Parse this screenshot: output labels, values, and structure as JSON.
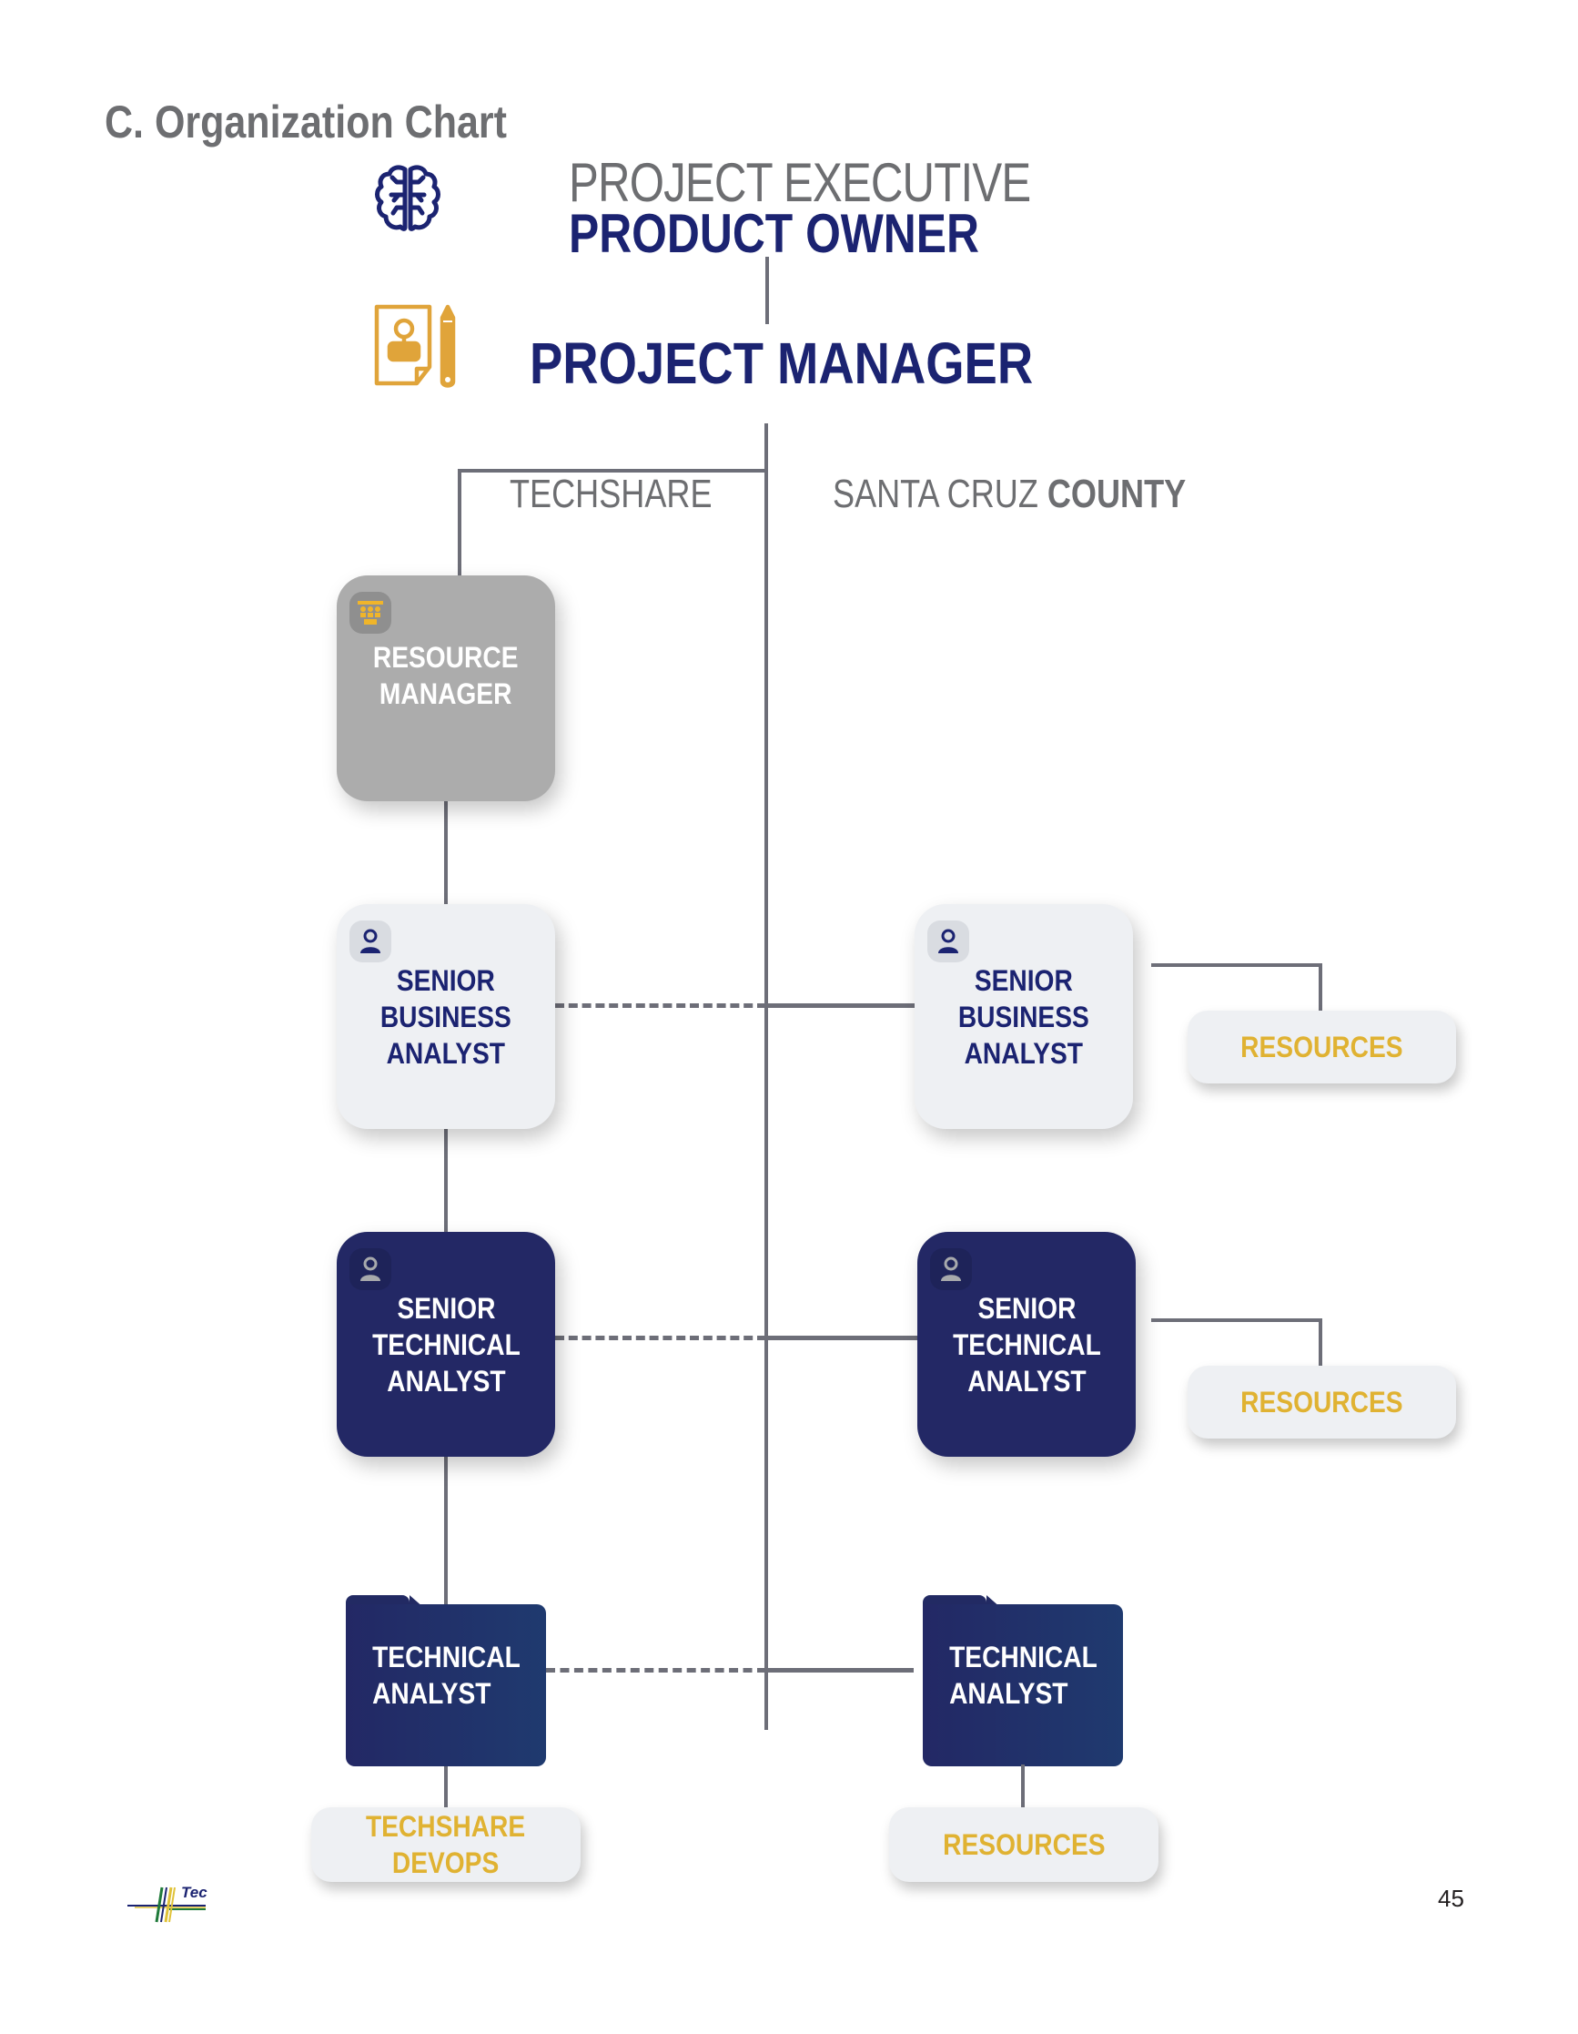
{
  "page": {
    "section_title": "C. Organization Chart",
    "page_number": "45"
  },
  "colors": {
    "navy": "#1b2371",
    "gray_text": "#6d6e71",
    "gold": "#e0b232",
    "connector": "#6d6e78",
    "resource_manager_fill": "#acacac",
    "light_card_fill": "#eef0f3",
    "navy_card_fill": "#232865"
  },
  "top": {
    "executive": {
      "icon": "brain-icon",
      "line1": "PROJECT EXECUTIVE",
      "line2": "PRODUCT OWNER"
    },
    "manager": {
      "icon": "project-manager-icon",
      "label": "PROJECT MANAGER"
    }
  },
  "groups": {
    "left": {
      "label": "TECHSHARE"
    },
    "right": {
      "label_regular": "SANTA CRUZ ",
      "label_bold": "COUNTY"
    }
  },
  "left_column": {
    "resource_manager": {
      "icon": "team-icon",
      "label": "RESOURCE\nMANAGER"
    },
    "senior_business_analyst": {
      "icon": "person-icon",
      "label": "SENIOR\nBUSINESS\nANALYST"
    },
    "senior_technical_analyst": {
      "icon": "person-icon",
      "label": "SENIOR\nTECHNICAL\nANALYST"
    },
    "technical_analyst": {
      "icon": "folder-icon",
      "label": "TECHNICAL\nANALYST"
    },
    "devops": {
      "label": "TECHSHARE\nDEVOPS"
    }
  },
  "right_column": {
    "senior_business_analyst": {
      "icon": "person-icon",
      "label": "SENIOR\nBUSINESS\nANALYST"
    },
    "senior_business_resources": {
      "label": "RESOURCES"
    },
    "senior_technical_analyst": {
      "icon": "person-icon",
      "label": "SENIOR\nTECHNICAL\nANALYST"
    },
    "senior_technical_resources": {
      "label": "RESOURCES"
    },
    "technical_analyst": {
      "icon": "folder-icon",
      "label": "TECHNICAL\nANALYST"
    },
    "technical_resources": {
      "label": "RESOURCES"
    }
  },
  "footer": {
    "logo_text": "Tec"
  }
}
